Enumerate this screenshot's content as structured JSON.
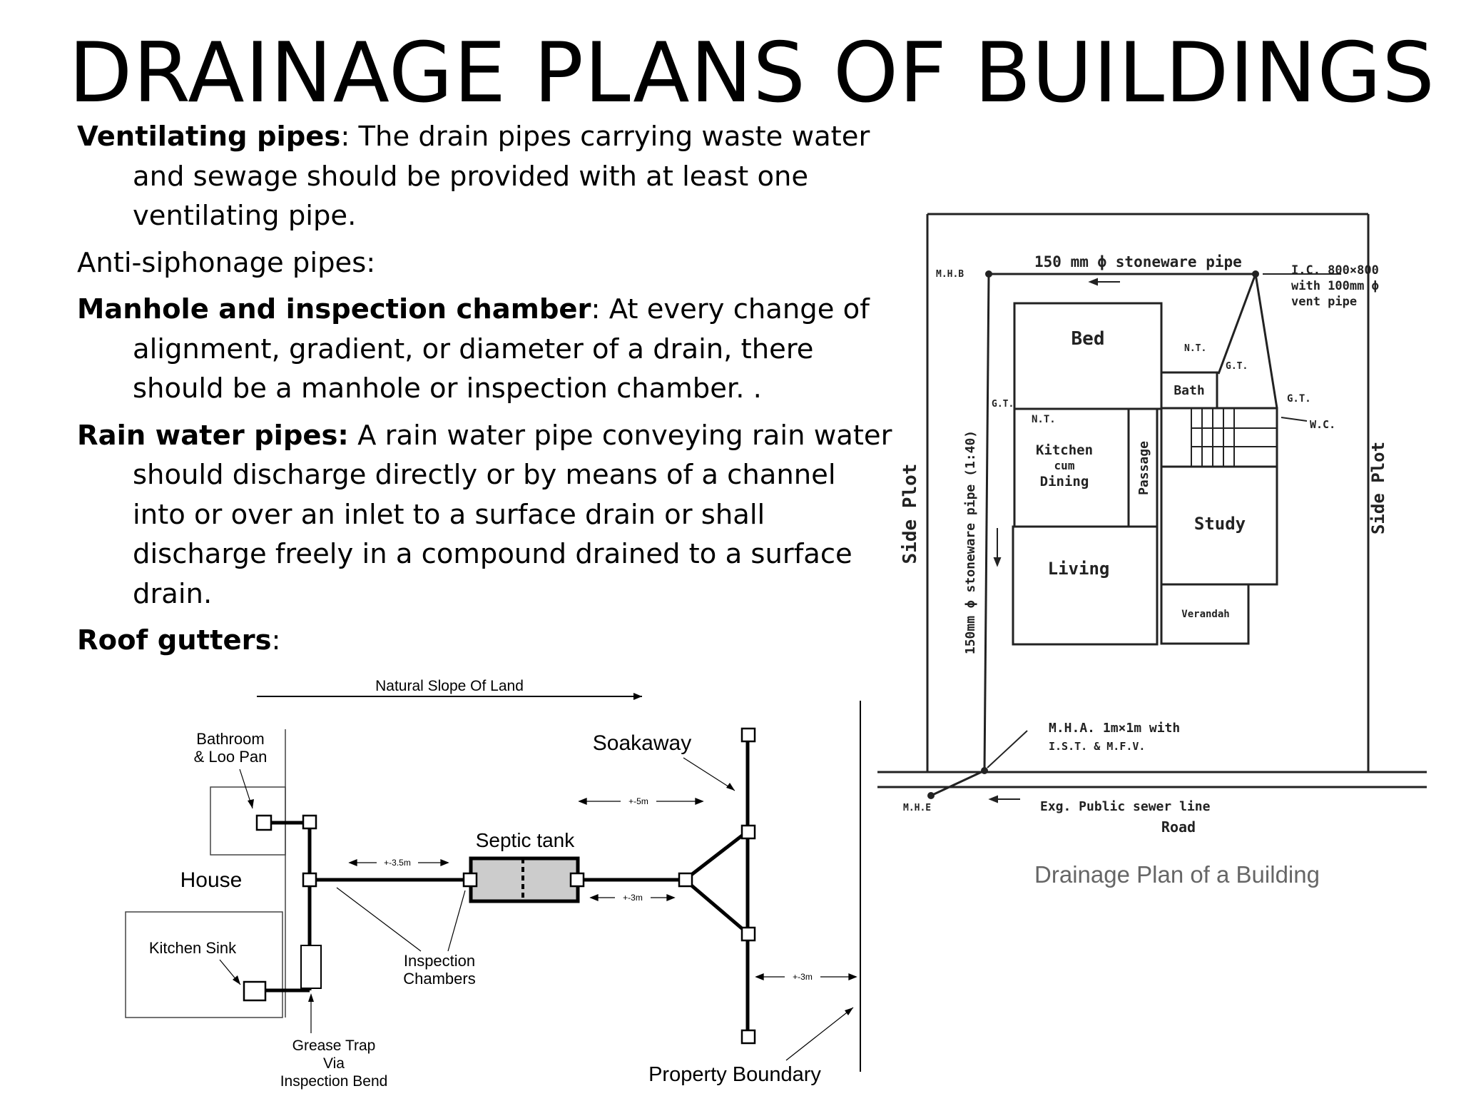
{
  "slide": {
    "title": "DRAINAGE PLANS OF BUILDINGS",
    "paragraphs": [
      {
        "term": "Ventilating pipes",
        "sep": ":",
        "text": " The drain pipes carrying waste water and sewage should be provided with at least one ventilating pipe."
      },
      {
        "term": "",
        "sep": "",
        "text": "Anti-siphonage pipes:"
      },
      {
        "term": "Manhole and inspection chamber",
        "sep": ":",
        "text": " At every change of alignment, gradient, or diameter of a drain, there should be a manhole or inspection chamber. ."
      },
      {
        "term": "Rain water pipes:",
        "sep": "",
        "text": " A rain water pipe conveying rain water should discharge directly or by means of a channel into or over an inlet to a surface drain or shall discharge freely in a compound drained to a surface drain."
      },
      {
        "term": "Roof gutters",
        "sep": ":",
        "text": ""
      }
    ]
  },
  "septic_diagram": {
    "natural_slope": "Natural Slope Of Land",
    "bathroom_line1": "Bathroom",
    "bathroom_line2": "& Loo Pan",
    "house": "House",
    "kitchen_sink": "Kitchen Sink",
    "grease_line1": "Grease Trap",
    "grease_line2": "Via",
    "grease_line3": "Inspection Bend",
    "inspection_line1": "Inspection",
    "inspection_line2": "Chambers",
    "septic_tank": "Septic tank",
    "soakaway": "Soakaway",
    "property_boundary": "Property Boundary",
    "dim_3_5m": "+-3.5m",
    "dim_3m_a": "+-3m",
    "dim_5m": "+-5m",
    "dim_3m_b": "+-3m"
  },
  "plan_diagram": {
    "caption": "Drainage Plan of a Building",
    "stoneware_top": "150 mm ϕ stoneware pipe",
    "stoneware_side": "150mm ϕ stoneware pipe (1:40)",
    "mhb": "M.H.B",
    "ic_line1": "I.C. 800×800",
    "ic_line2": "with 100mm ϕ",
    "ic_line3": "vent pipe",
    "bed": "Bed",
    "nt_top": "N.T.",
    "gt_top": "G.T.",
    "bath": "Bath",
    "gt_left": "G.T.",
    "gt_right": "G.T.",
    "nt_left": "N.T.",
    "wc": "W.C.",
    "kitchen_line1": "Kitchen",
    "kitchen_line2": "cum",
    "kitchen_line3": "Dining",
    "passage": "Passage",
    "study": "Study",
    "living": "Living",
    "verandah": "Verandah",
    "side_plot_left": "Side Plot",
    "side_plot_right": "Side Plot",
    "mha_line1": "M.H.A. 1m×1m with",
    "mha_line2": "I.S.T. & M.F.V.",
    "mhe": "M.H.E",
    "sewer": "Exg. Public sewer line",
    "road": "Road"
  }
}
